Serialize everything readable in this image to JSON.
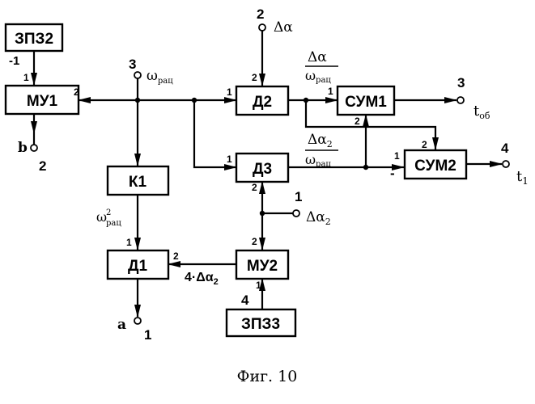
{
  "blocks": {
    "zpz2": "ЗПЗ2",
    "mu1": "МУ1",
    "k1": "К1",
    "d1": "Д1",
    "d2": "Д2",
    "d3": "Д3",
    "mu2": "МУ2",
    "zpz3": "ЗПЗ3",
    "sum1": "СУМ1",
    "sum2": "СУМ2"
  },
  "terminals": {
    "omega_num": "3",
    "omega_sym": "ω",
    "omega_sub": "рац",
    "dalpha_num": "2",
    "dalpha": "Δα",
    "tob_num": "3",
    "tob_t": "t",
    "tob_sub": "об",
    "t1_num": "4",
    "t1_t": "t",
    "t1_sub": "1",
    "b_label": "b",
    "b_num": "2",
    "a_label": "a",
    "a_num": "1",
    "dalpha2_num": "1",
    "dalpha2": "Δα",
    "dalpha2_sub": "2"
  },
  "labels": {
    "minus1": "-1",
    "four": "4",
    "minus": "-",
    "frac1_num": "Δα",
    "frac1_den": "ω",
    "frac1_den_sub": "рац",
    "frac2_num": "Δα",
    "frac2_num_sub": "2",
    "frac2_den": "ω",
    "frac2_den_sub": "рац",
    "omega_sq": "ω",
    "omega_sq_sup": "2",
    "omega_sq_sub": "рац",
    "four_dalpha": "4·Δα",
    "four_dalpha_sub": "2"
  },
  "ports": {
    "mu1_in1": "1",
    "mu1_in2": "2",
    "d2_in1": "1",
    "d2_in2": "2",
    "sum1_in1": "1",
    "sum1_in2": "2",
    "d3_in1": "1",
    "d3_in2": "2",
    "sum2_in1": "1",
    "sum2_in2": "2",
    "d1_in1": "1",
    "d1_in2": "2",
    "mu2_in1": "1",
    "mu2_in2": "2"
  },
  "caption": "Фиг. 10"
}
